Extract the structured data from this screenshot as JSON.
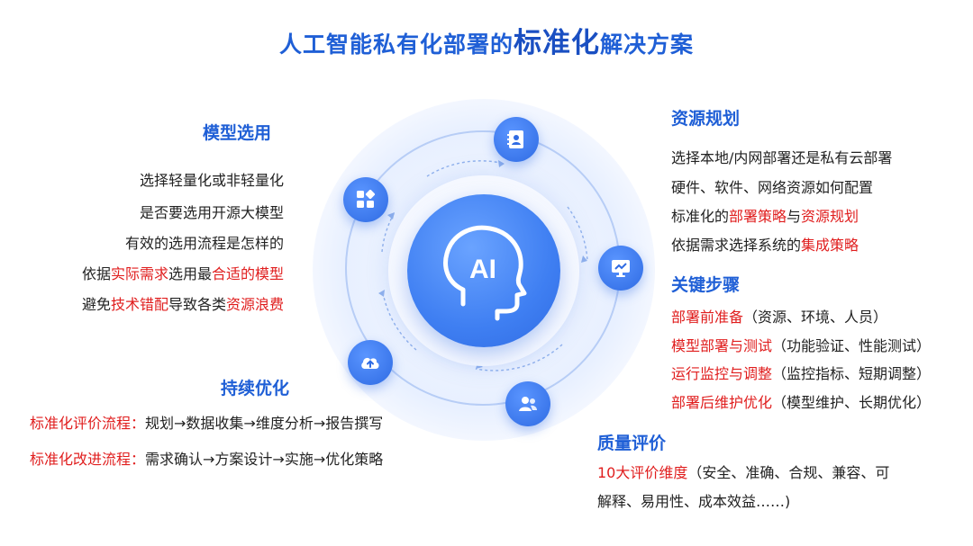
{
  "title": {
    "prefix": "人工智能私有化部署的",
    "emph": "标准化",
    "suffix": "解决方案"
  },
  "center": {
    "label": "AI"
  },
  "model_selection": {
    "heading": "模型选用",
    "line1": "选择轻量化或非轻量化",
    "line2": "是否要选用开源大模型",
    "line3": "有效的选用流程是怎样的",
    "line4": {
      "a": "依据",
      "b": "实际需求",
      "c": "选用最",
      "d": "合适的模型"
    },
    "line5": {
      "a": "避免",
      "b": "技术错配",
      "c": "导致各类",
      "d": "资源浪费"
    }
  },
  "resource_planning": {
    "heading": "资源规划",
    "line1": "选择本地/内网部署还是私有云部署",
    "line2": "硬件、软件、网络资源如何配置",
    "line3": {
      "a": "标准化的",
      "b": "部署策略",
      "c": "与",
      "d": "资源规划"
    },
    "line4": {
      "a": "依据需求选择系统的",
      "b": "集成策略"
    }
  },
  "key_steps": {
    "heading": "关键步骤",
    "items": [
      {
        "key": "部署前准备",
        "detail": "（资源、环境、人员）"
      },
      {
        "key": "模型部署与测试",
        "detail": "（功能验证、性能测试）"
      },
      {
        "key": "运行监控与调整",
        "detail": "（监控指标、短期调整）"
      },
      {
        "key": "部署后维护优化",
        "detail": "（模型维护、长期优化）"
      }
    ]
  },
  "continuous": {
    "heading": "持续优化",
    "items": [
      {
        "key": "标准化评价流程：",
        "detail": "规划→数据收集→维度分析→报告撰写"
      },
      {
        "key": "标准化改进流程：",
        "detail": "需求确认→方案设计→实施→优化策略"
      }
    ]
  },
  "quality": {
    "heading": "质量评价",
    "line1": {
      "key": "10大评价维度",
      "detail": "（安全、准确、合规、兼容、可"
    },
    "line2": "解释、易用性、成本效益……)"
  },
  "icons": [
    "apps-icon",
    "contact-card-icon",
    "monitor-icon",
    "users-icon",
    "cloud-upload-icon"
  ],
  "colors": {
    "primary": "#1f5fd6",
    "accent_red": "#e01e1e",
    "node_blue": "#2f6be3"
  }
}
